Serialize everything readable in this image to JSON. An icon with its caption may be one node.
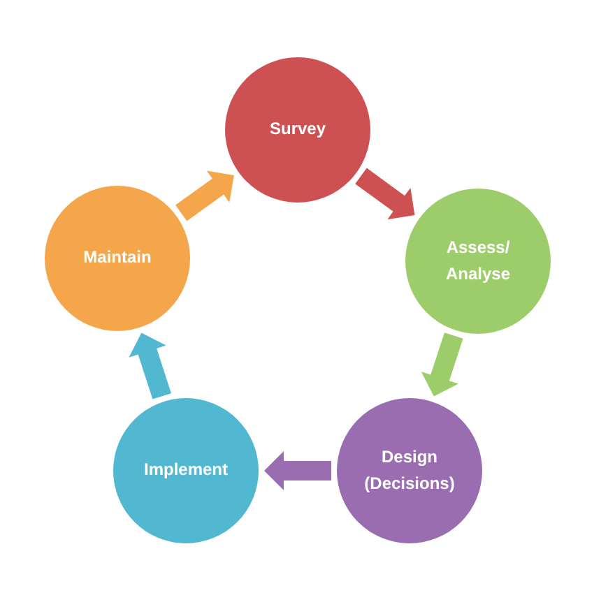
{
  "diagram": {
    "nodes": [
      {
        "text": [
          "Survey"
        ]
      },
      {
        "text": [
          "Assess/ Analyse"
        ]
      },
      {
        "text": [
          "Design (Decisions)"
        ]
      },
      {
        "text": [
          "Implement"
        ]
      },
      {
        "text": [
          "Maintain"
        ]
      }
    ],
    "edges": [
      {
        "from": 0,
        "to": 1,
        "arrow": "to",
        "style": "thick",
        "color": "#cd5052"
      },
      {
        "from": 1,
        "to": 2,
        "arrow": "to",
        "style": "thick",
        "color": "#9dcd6b"
      },
      {
        "from": 2,
        "to": 3,
        "arrow": "to",
        "style": "thick",
        "color": "#9a6db0"
      },
      {
        "from": 3,
        "to": 4,
        "arrow": "to",
        "style": "thick",
        "color": "#52b8d2"
      },
      {
        "from": 4,
        "to": 0,
        "arrow": "to",
        "style": "thick",
        "color": "#f5a64b"
      }
    ]
  }
}
